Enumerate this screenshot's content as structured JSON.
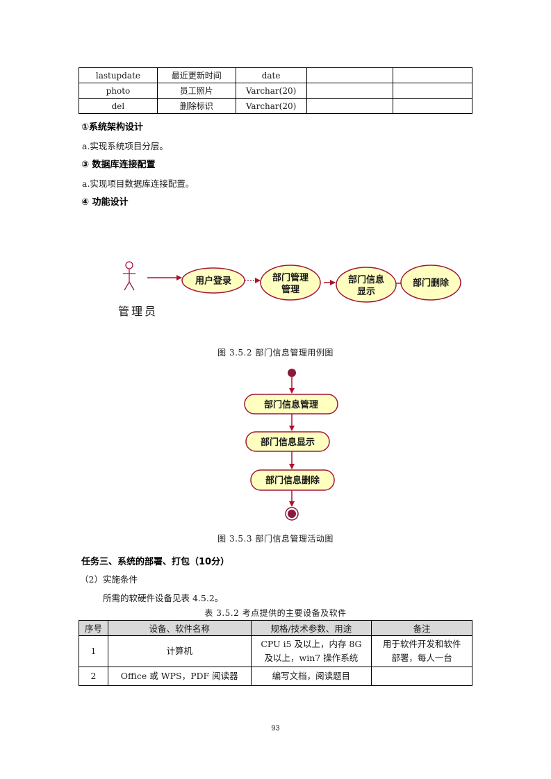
{
  "field_table": {
    "rows": [
      [
        "lastupdate",
        "最近更新时间",
        "date",
        "",
        ""
      ],
      [
        "photo",
        "员工照片",
        "Varchar(20)",
        "",
        ""
      ],
      [
        "del",
        "删除标识",
        "Varchar(20)",
        "",
        ""
      ]
    ]
  },
  "sections": {
    "arch_heading": "①系统架构设计",
    "arch_text": "a.实现系统项目分层。",
    "db_heading": "③ 数据库连接配置",
    "db_text": "a.实现项目数据库连接配置。",
    "func_heading": "④ 功能设计"
  },
  "usecase": {
    "actor": "管理员",
    "nodes": [
      "用户登录",
      "部门管理",
      "管理",
      "部门信息",
      "显示",
      "部门删除"
    ],
    "caption": "图 3.5.2 部门信息管理用例图"
  },
  "activity": {
    "nodes": [
      "部门信息管理",
      "部门信息显示",
      "部门信息删除"
    ],
    "caption": "图 3.5.3 部门信息管理活动图"
  },
  "task": {
    "heading": "任务三、系统的部署、打包（10分）",
    "sub": "（2）实施条件",
    "intro": "所需的软硬件设备见表 4.5.2。",
    "table_caption": "表 3.5.2 考点提供的主要设备及软件"
  },
  "equipment_table": {
    "headers": [
      "序号",
      "设备、软件名称",
      "规格/技术参数、用途",
      "备注"
    ],
    "rows": [
      {
        "no": "1",
        "name": "计算机",
        "spec1": "CPU i5 及以上，内存 8G",
        "spec2": "及以上，win7 操作系统",
        "note1": "用于软件开发和软件",
        "note2": "部署，每人一台"
      },
      {
        "no": "2",
        "name": "Office 或 WPS，PDF 阅读器",
        "spec1": "编写文档，阅读题目",
        "spec2": "",
        "note1": "",
        "note2": ""
      }
    ]
  },
  "page_number": "93",
  "colors": {
    "node_fill": "#ffffc0",
    "node_stroke": "#a3153b",
    "arrow": "#b0102a",
    "header_bg": "#d9d9d9"
  }
}
